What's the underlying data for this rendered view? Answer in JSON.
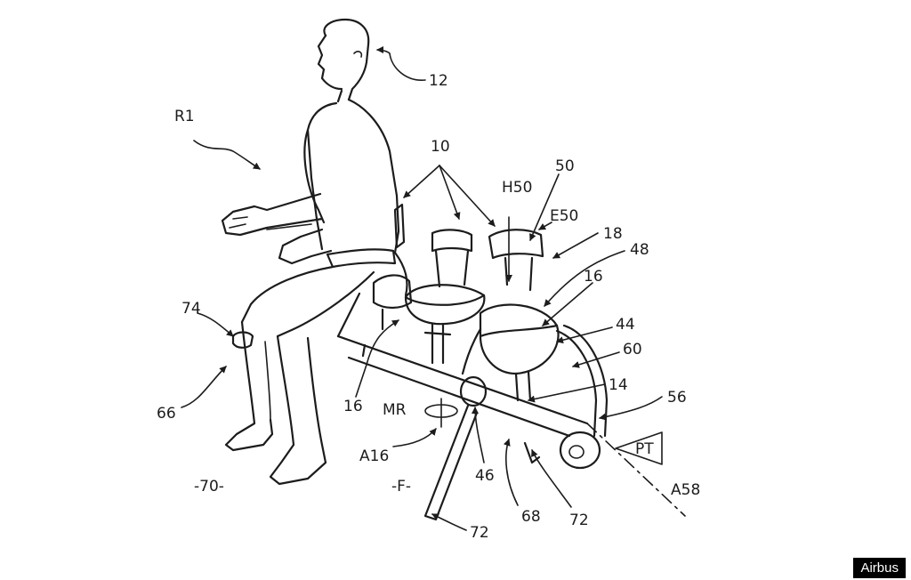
{
  "credit": "Airbus",
  "labels": {
    "l12": "12",
    "lR1": "R1",
    "l10": "10",
    "lH50": "H50",
    "l50": "50",
    "lE50": "E50",
    "l18": "18",
    "l48": "48",
    "l16a": "16",
    "l44": "44",
    "l60": "60",
    "l14": "14",
    "l56": "56",
    "lPT": "PT",
    "l74": "74",
    "l66": "66",
    "l16b": "16",
    "lMR": "MR",
    "lA16": "A16",
    "l46": "46",
    "l68": "68",
    "l72a": "72",
    "l72b": "72",
    "lA58": "A58",
    "l70": "-70-",
    "lF": "-F-"
  }
}
